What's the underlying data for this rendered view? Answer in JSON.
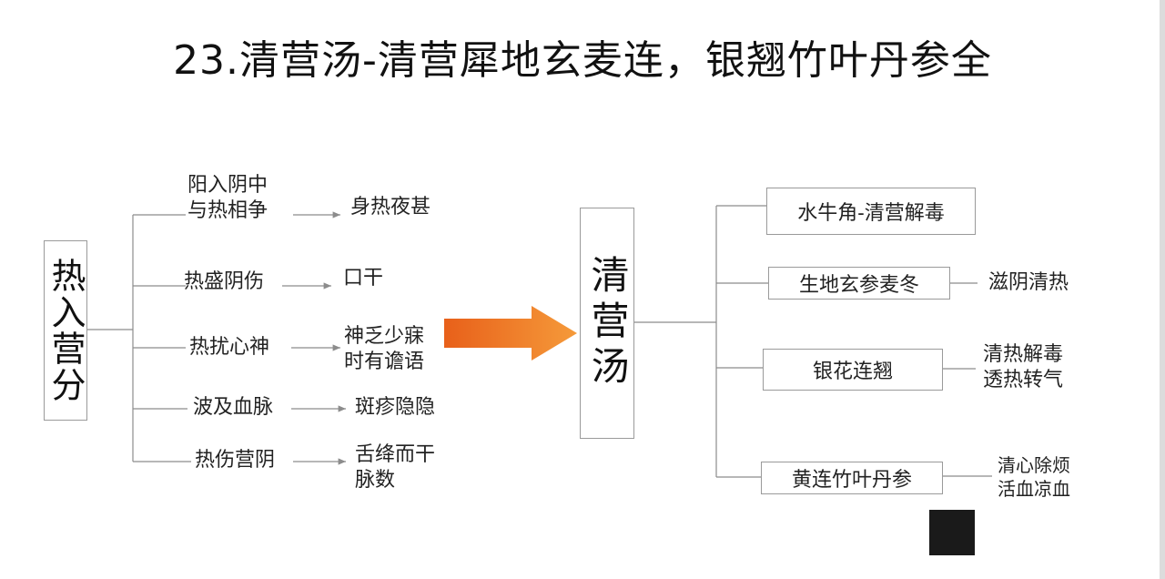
{
  "title": "23.清营汤-清营犀地玄麦连，银翘竹叶丹参全",
  "root": "热入营分",
  "center": "清营汤",
  "causes": [
    {
      "cause": [
        "阳入阴中",
        "与热相争"
      ],
      "symptom": [
        "身热夜甚"
      ]
    },
    {
      "cause": [
        "热盛阴伤"
      ],
      "symptom": [
        "口干"
      ]
    },
    {
      "cause": [
        "热扰心神"
      ],
      "symptom": [
        "神乏少寐",
        "时有谵语"
      ]
    },
    {
      "cause": [
        "波及血脉"
      ],
      "symptom": [
        "斑疹隐隐"
      ]
    },
    {
      "cause": [
        "热伤营阴"
      ],
      "symptom": [
        "舌绛而干",
        "脉数"
      ]
    }
  ],
  "herbs": [
    {
      "herb": "水牛角-清营解毒",
      "effect": []
    },
    {
      "herb": "生地玄参麦冬",
      "effect": [
        "滋阴清热"
      ]
    },
    {
      "herb": "银花连翘",
      "effect": [
        "清热解毒",
        "透热转气"
      ]
    },
    {
      "herb": "黄连竹叶丹参",
      "effect": [
        "清心除烦",
        "活血凉血"
      ]
    }
  ],
  "colors": {
    "arrow": "#f07a1f",
    "line": "#8c8c8c",
    "border": "#9a9a9a"
  }
}
